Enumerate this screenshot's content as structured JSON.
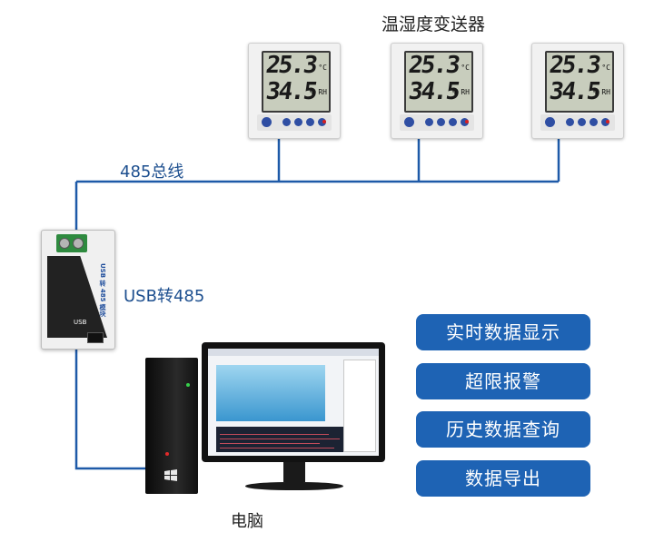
{
  "labels": {
    "sensors": "温湿度变送器",
    "bus": "485总线",
    "converter": "USB转485",
    "computer": "电脑"
  },
  "sensor_display": {
    "temperature": "25.3",
    "temp_unit": "°C",
    "humidity": "34.5",
    "hum_unit": "% RH"
  },
  "converter_device": {
    "label": "USB 转 485 模块",
    "port_text": "USB"
  },
  "features": [
    "实时数据显示",
    "超限报警",
    "历史数据查询",
    "数据导出"
  ],
  "colors": {
    "line": "#1e5aa8",
    "button": "#1e63b4",
    "label": "#1d4f8f"
  },
  "icons": {
    "pc": "windows-logo-icon"
  }
}
